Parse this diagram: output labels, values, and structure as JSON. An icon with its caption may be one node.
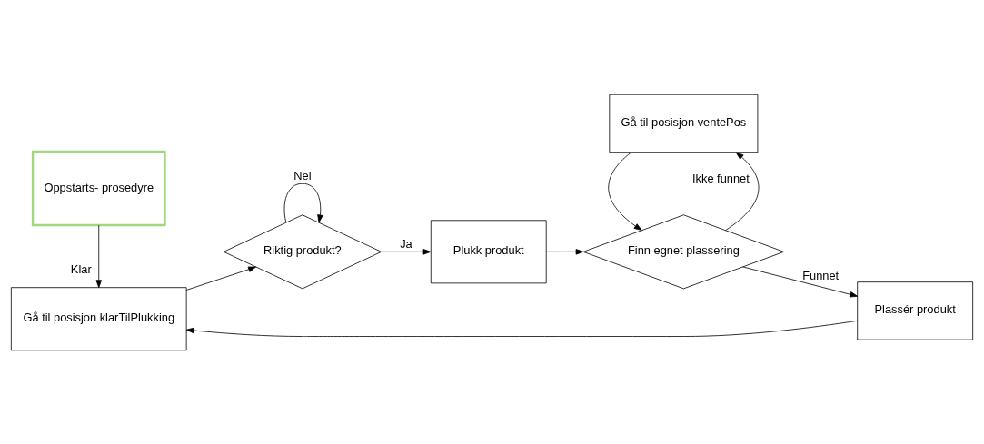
{
  "diagram": {
    "nodes": [
      {
        "text": [
          "Oppstarts- prosedyre"
        ]
      },
      {
        "text": [
          "Gå til posisjon klarTilPlukking"
        ]
      },
      {
        "text": [
          "Riktig produkt?"
        ]
      },
      {
        "text": [
          "Plukk produkt"
        ]
      },
      {
        "text": [
          "Finn egnet plassering"
        ]
      },
      {
        "text": [
          "Gå til posisjon ventePos"
        ]
      },
      {
        "text": [
          "Plassér produkt"
        ]
      }
    ],
    "edges": [
      {
        "from": 0,
        "to": 1,
        "arrow": "to",
        "label": "Klar"
      },
      {
        "from": 1,
        "to": 2,
        "arrow": "to"
      },
      {
        "from": 2,
        "to": 3,
        "arrow": "to",
        "label": "Ja"
      },
      {
        "from": 2,
        "to": 2,
        "arrow": "to",
        "label": "Nei"
      },
      {
        "from": 3,
        "to": 4,
        "arrow": "to"
      },
      {
        "from": 4,
        "to": 5,
        "arrow": "to",
        "label": "Ikke funnet"
      },
      {
        "from": 5,
        "to": 4,
        "arrow": "to"
      },
      {
        "from": 4,
        "to": 6,
        "arrow": "to",
        "label": "Funnet"
      },
      {
        "from": 6,
        "to": 1,
        "arrow": "to"
      }
    ]
  }
}
